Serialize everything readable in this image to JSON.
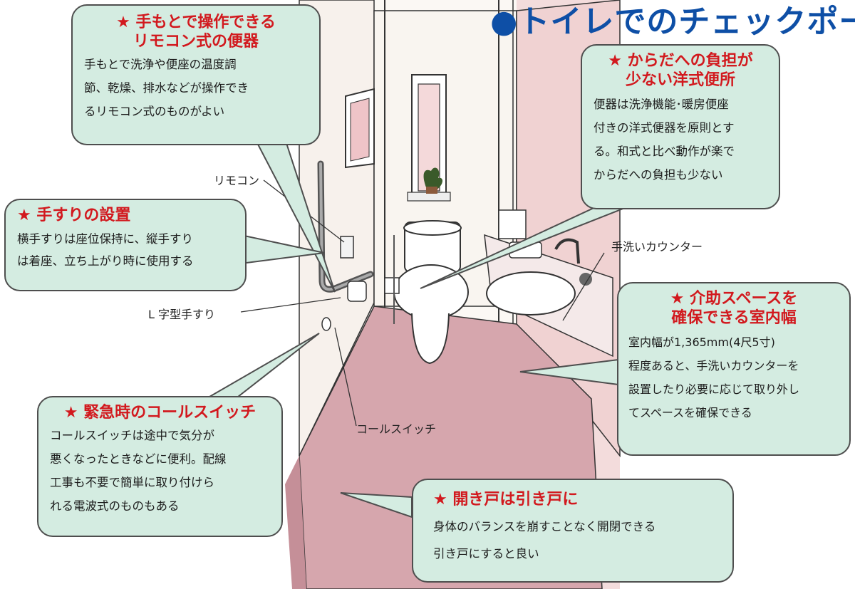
{
  "title": "●トイレでのチェックポー",
  "callouts": {
    "remote": {
      "heading_lines": [
        "★ 手もとで操作できる",
        "リモコン式の便器"
      ],
      "body_lines": [
        "手もとで洗浄や便座の温度調",
        "節、乾燥、排水などが操作でき",
        "るリモコン式のものがよい"
      ]
    },
    "western_toilet": {
      "heading_lines": [
        "★ からだへの負担が",
        "少ない洋式便所"
      ],
      "body_lines": [
        "便器は洗浄機能･暖房便座",
        "付きの洋式便器を原則とす",
        "る。和式と比べ動作が楽で",
        "からだへの負担も少ない"
      ]
    },
    "handrail": {
      "heading_lines": [
        "★ 手すりの設置"
      ],
      "body_lines": [
        "横手すりは座位保持に、縦手すり",
        "は着座、立ち上がり時に使用する"
      ]
    },
    "assist_space": {
      "heading_lines": [
        "★ 介助スペースを",
        "確保できる室内幅"
      ],
      "body_lines": [
        "室内幅が1,365mm(4尺5寸)",
        "程度あると、手洗いカウンターを",
        "設置したり必要に応じて取り外し",
        "てスペースを確保できる"
      ]
    },
    "call_switch": {
      "heading_lines": [
        "★ 緊急時のコールスイッチ"
      ],
      "body_lines": [
        "コールスイッチは途中で気分が",
        "悪くなったときなどに便利。配線",
        "工事も不要で簡単に取り付けら",
        "れる電波式のものもある"
      ]
    },
    "sliding_door": {
      "heading_lines": [
        "★ 開き戸は引き戸に"
      ],
      "body_lines": [
        "身体のバランスを崩すことなく開閉できる",
        "引き戸にすると良い"
      ]
    }
  },
  "labels": {
    "remote": "リモコン",
    "l_rail": "L 字型手すり",
    "call_switch": "コールスイッチ",
    "hand_wash": "手洗いカウンター"
  },
  "colors": {
    "title": "#0e4fa6",
    "heading": "#d2191e",
    "callout_bg": "#d4ece1",
    "floor": "#d6a6ad",
    "wall_pink": "#f3d6d6"
  }
}
